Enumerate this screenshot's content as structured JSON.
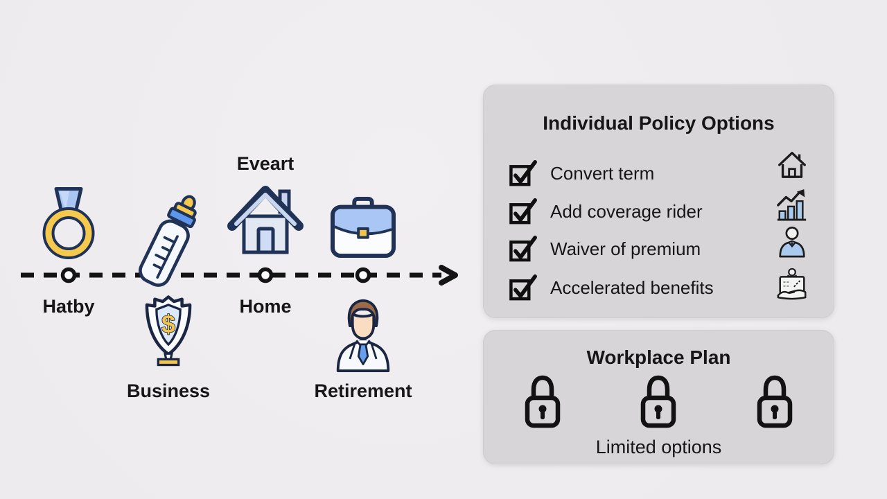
{
  "timeline": {
    "events": {
      "marriage": {
        "label": "Hatby",
        "icon": "ring-icon"
      },
      "baby": {
        "icon": "baby-bottle-icon"
      },
      "home": {
        "label_above": "Eveart",
        "label_below": "Home",
        "icon": "house-icon"
      },
      "business": {
        "label": "Business",
        "icon": "shield-dollar-icon"
      },
      "career": {
        "icon": "briefcase-icon"
      },
      "retirement": {
        "label": "Retirement",
        "icon": "person-suit-icon"
      }
    },
    "direction": "left-to-right-arrow"
  },
  "individual_panel": {
    "title": "Individual Policy Options",
    "items": [
      {
        "label": "Convert term",
        "checked": true,
        "icon": "house-outline-icon"
      },
      {
        "label": "Add coverage rider",
        "checked": true,
        "icon": "growth-chart-icon"
      },
      {
        "label": "Waiver of premium",
        "checked": true,
        "icon": "person-icon"
      },
      {
        "label": "Accelerated benefits",
        "checked": true,
        "icon": "hand-document-icon"
      }
    ]
  },
  "workplace_panel": {
    "title": "Workplace Plan",
    "caption": "Limited options",
    "lock_count": 3,
    "lock_icon": "padlock-icon"
  },
  "colors": {
    "background": "#efedee",
    "panel_background": "#d7d5d7",
    "outline_navy": "#203356",
    "fill_blue": "#a9c6f2",
    "fill_blue_light": "#d3e0f6",
    "accent_yellow": "#f5c94e",
    "ink_black": "#141414"
  }
}
